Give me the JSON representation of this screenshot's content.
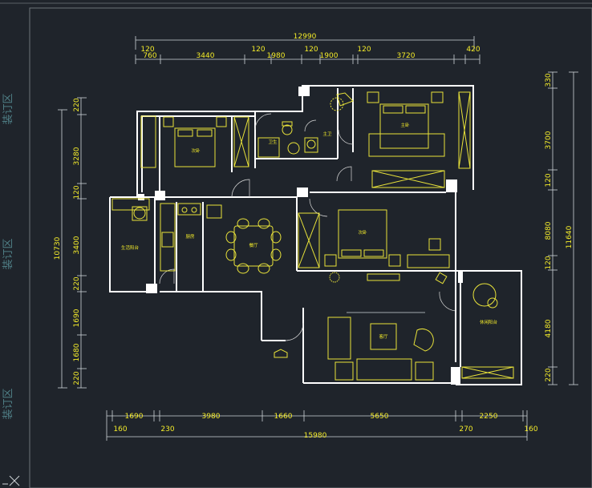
{
  "dimensions": {
    "top_total": "12990",
    "top_segments_a": [
      "120",
      "760",
      "3440",
      "120",
      "1980",
      "120",
      "1900",
      "120",
      "3720",
      "420"
    ],
    "bottom_segments": [
      "1690",
      "3980",
      "1660",
      "5650",
      "2250"
    ],
    "bottom_small": [
      "160",
      "230",
      "270",
      "160"
    ],
    "bottom_total": "15980",
    "left_segments": [
      "220",
      "3280",
      "120",
      "3400",
      "220",
      "1690",
      "1680",
      "220"
    ],
    "left_total": "10730",
    "right_segments": [
      "330",
      "3700",
      "120",
      "8080",
      "120",
      "4180",
      "220"
    ],
    "right_total": "11640"
  },
  "rooms": {
    "secondary_bedroom": "次卧",
    "bathroom_a": "卫生",
    "bathroom_b": "主卫",
    "master_bedroom": "主卧",
    "kid_bedroom": "次卧",
    "laundry_balcony": "生活阳台",
    "kitchen": "厨房",
    "dining": "餐厅",
    "living": "客厅",
    "leisure_balcony": "休闲阳台"
  },
  "side_labels": [
    "装订区",
    "装订区",
    "装订区"
  ]
}
